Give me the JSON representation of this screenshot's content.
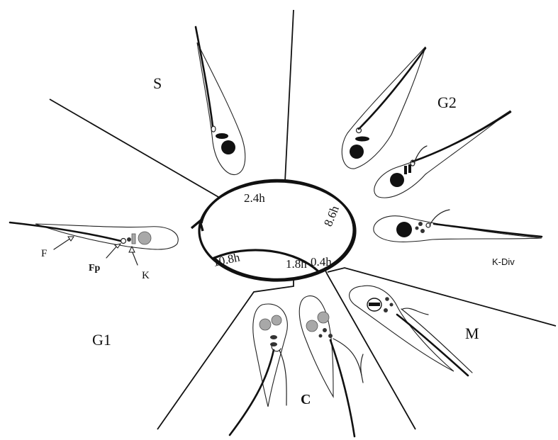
{
  "phases": {
    "s": "S",
    "g2": "G2",
    "g1": "G1",
    "m": "M",
    "c": "C",
    "kdiv": "K-Div"
  },
  "durations": {
    "s": "2.4h",
    "g2": "8.6h",
    "g1": "10.8h",
    "c": "1.8h",
    "m": "0.4h"
  },
  "parts": {
    "flagellum": "F",
    "flagellar_pocket": "Fp",
    "kinetoplast": "K"
  },
  "colors": {
    "line": "#111111",
    "nucleus_dark": "#111111",
    "nucleus_gray": "#a8a8a8"
  }
}
